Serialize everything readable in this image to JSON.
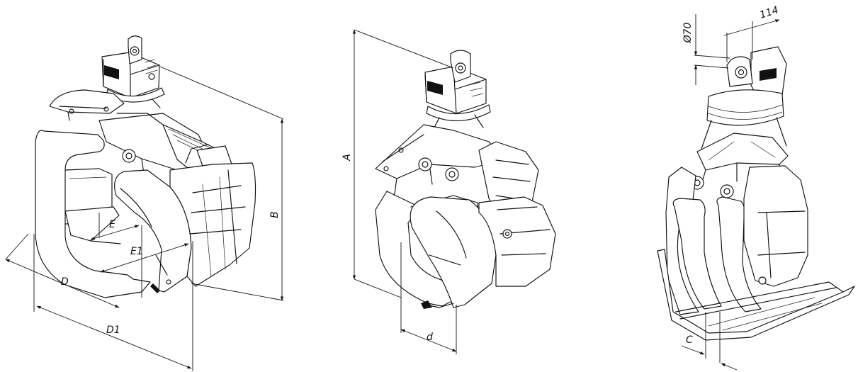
{
  "views": [
    {
      "name": "left-view",
      "labels": {
        "E": "E",
        "E1": "E1",
        "D": "D",
        "D1": "D1",
        "B": "B"
      }
    },
    {
      "name": "middle-view",
      "labels": {
        "A": "A",
        "d": "d"
      }
    },
    {
      "name": "right-view",
      "labels": {
        "phi70": "Ø70",
        "w114": "114",
        "C": "C"
      }
    }
  ],
  "colors": {
    "line": "#111111",
    "background": "#ffffff",
    "fill_light": "#e9e9e9"
  }
}
